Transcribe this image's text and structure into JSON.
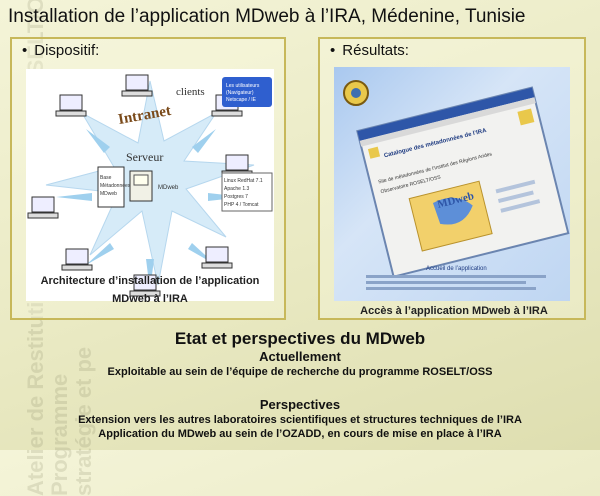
{
  "title": "Installation de l’application MDweb à l’IRA, Médenine, Tunisie",
  "watermark": [
    "Atelier de Restitution du Programme ROSELT/OSS",
    "Programme",
    "stratégie et pe"
  ],
  "panel_left": {
    "heading": "Dispositif:",
    "diagram": {
      "intranet_label": "Intranet",
      "users_label": "clients",
      "server_label": "Serveur",
      "server_small": "MDweb",
      "info_box": [
        "Les utilisateurs",
        "(Navigateur)",
        "Netscape / IE"
      ],
      "config_box": [
        "Linux RedHat 7.1",
        "Apache 1.3",
        "Postgres 7",
        "PHP 4 / Tomcat"
      ],
      "db_box": [
        "Base",
        "Métadonnées",
        "MDweb"
      ]
    },
    "caption_line1": "Architecture d’installation de l’application",
    "caption_line2": "MDweb à l’IRA"
  },
  "panel_right": {
    "heading": "Résultats:",
    "screenshot": {
      "headline": "Catalogue des métadonnées de l’IRA",
      "logo_text": "MDweb",
      "welcome": "Accueil de l’application",
      "body_lines": [
        "Site de métadonnées de l’Institut des Régions Arides",
        "Observatoire ROSELT/OSS"
      ]
    },
    "caption": "Accès à l’application MDweb à l’IRA"
  },
  "section": {
    "title": "Etat et perspectives du MDweb",
    "current_heading": "Actuellement",
    "current_text": "Exploitable au sein de l’équipe de recherche du programme ROSELT/OSS",
    "perspectives_heading": "Perspectives",
    "perspectives_line1": "Extension vers les autres laboratoires scientifiques et structures techniques de l’IRA",
    "perspectives_line2": "Application  du MDweb au sein de l’OZADD,  en cours de mise en place à l’IRA"
  },
  "colors": {
    "panel_border": "#c7b85a",
    "star": "#cfe6f6",
    "arrow": "#9fd0ee"
  }
}
